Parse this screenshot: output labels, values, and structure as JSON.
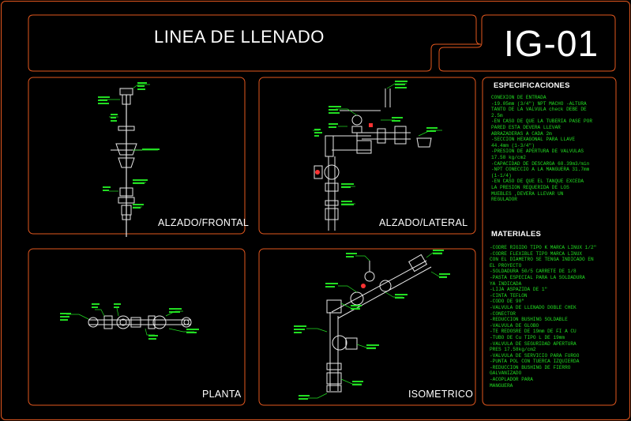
{
  "title": "LINEA DE LLENADO",
  "code": "IG-01",
  "panels": {
    "front": "ALZADO/FRONTAL",
    "side": "ALZADO/LATERAL",
    "plan": "PLANTA",
    "iso": "ISOMETRICO"
  },
  "specs": {
    "heading": "ESPECIFICACIONES",
    "lines": [
      "CONEXION DE ENTRADA",
      "-19.05mm (3/4\") NPT MACHO -ALTURA",
      "TANTO DE LA VALVULA check DEBE DE",
      "2.5m",
      "-EN CASO DE QUE LA TUBERIA PASE POR",
      "PARED ESTA DEVERA LLEVAR",
      "ABRAZADERAS A CADA 2m",
      "-SECCION HEXAGONAL PARA LLAVE",
      "44.4mm (1-3/4\")",
      "-PRESION DE APERTURA DE VALVULAS",
      "17.58 kg/cm2",
      "-CAPACIDAD DE DESCARGA 68.39m3/min",
      "-NPT CONECCIO A LA MANGUERA 31.7mm",
      "(1-1/4)",
      "-EN CASO DE QUE EL TANQUE EXCEDA",
      "LA PRESION REQUERIDA DE LOS",
      "MUEBLES ,DEVERA LLEVAR UN",
      "REGULADOR"
    ]
  },
  "materials": {
    "heading": "MATERIALES",
    "lines": [
      "-CODRE RIGIDO TIPO K MARCA LINUX 1/2\"",
      "-CODRE FLEXIBLE TIPO MARCA LINUX",
      "CON EL DIAMETRO SE TENGA INDICADO EN",
      "EL PROYECTO",
      "-SOLDADURA 50/5 CARRETE DE 1/8",
      "-PASTA ESPECIAL PARA LA SOLDADURA",
      "YA INDICADA",
      "-LIJA ASPAZIDA DE 1\"",
      "-CINTA TEFLON",
      "-CODO DE 90\"",
      "-VALVULA DE LLENADO DOBLE CHEK",
      "-CONECTOR",
      "-REDUCCION BUSHING SOLDABLE",
      "-VALVULA DE GLOBO",
      "-TE  REDOSRE DE 19mm DE FI A CU",
      "-TUBO DE Cu TIPO L DE 19mm",
      "-VALVULA DE SEGURIDAD APERTURA",
      "PRES 17.58kg/cm2",
      "-VALVULA DE SERVICIO PARA FURGO",
      "-PUNTA POL CON TUERCA IZQUIERDA",
      "-REDUCCION BUSHING DE FIERRO",
      "GALVANIZADO",
      "-ACOPLADOR PARA",
      "MANGUERA"
    ]
  },
  "colors": {
    "frame": "#e2571e",
    "text": "#ffffff",
    "notes": "#22dd22",
    "drawing": "#ffffff",
    "fitting": "#e0e0e0",
    "accent": "#ff3333"
  }
}
